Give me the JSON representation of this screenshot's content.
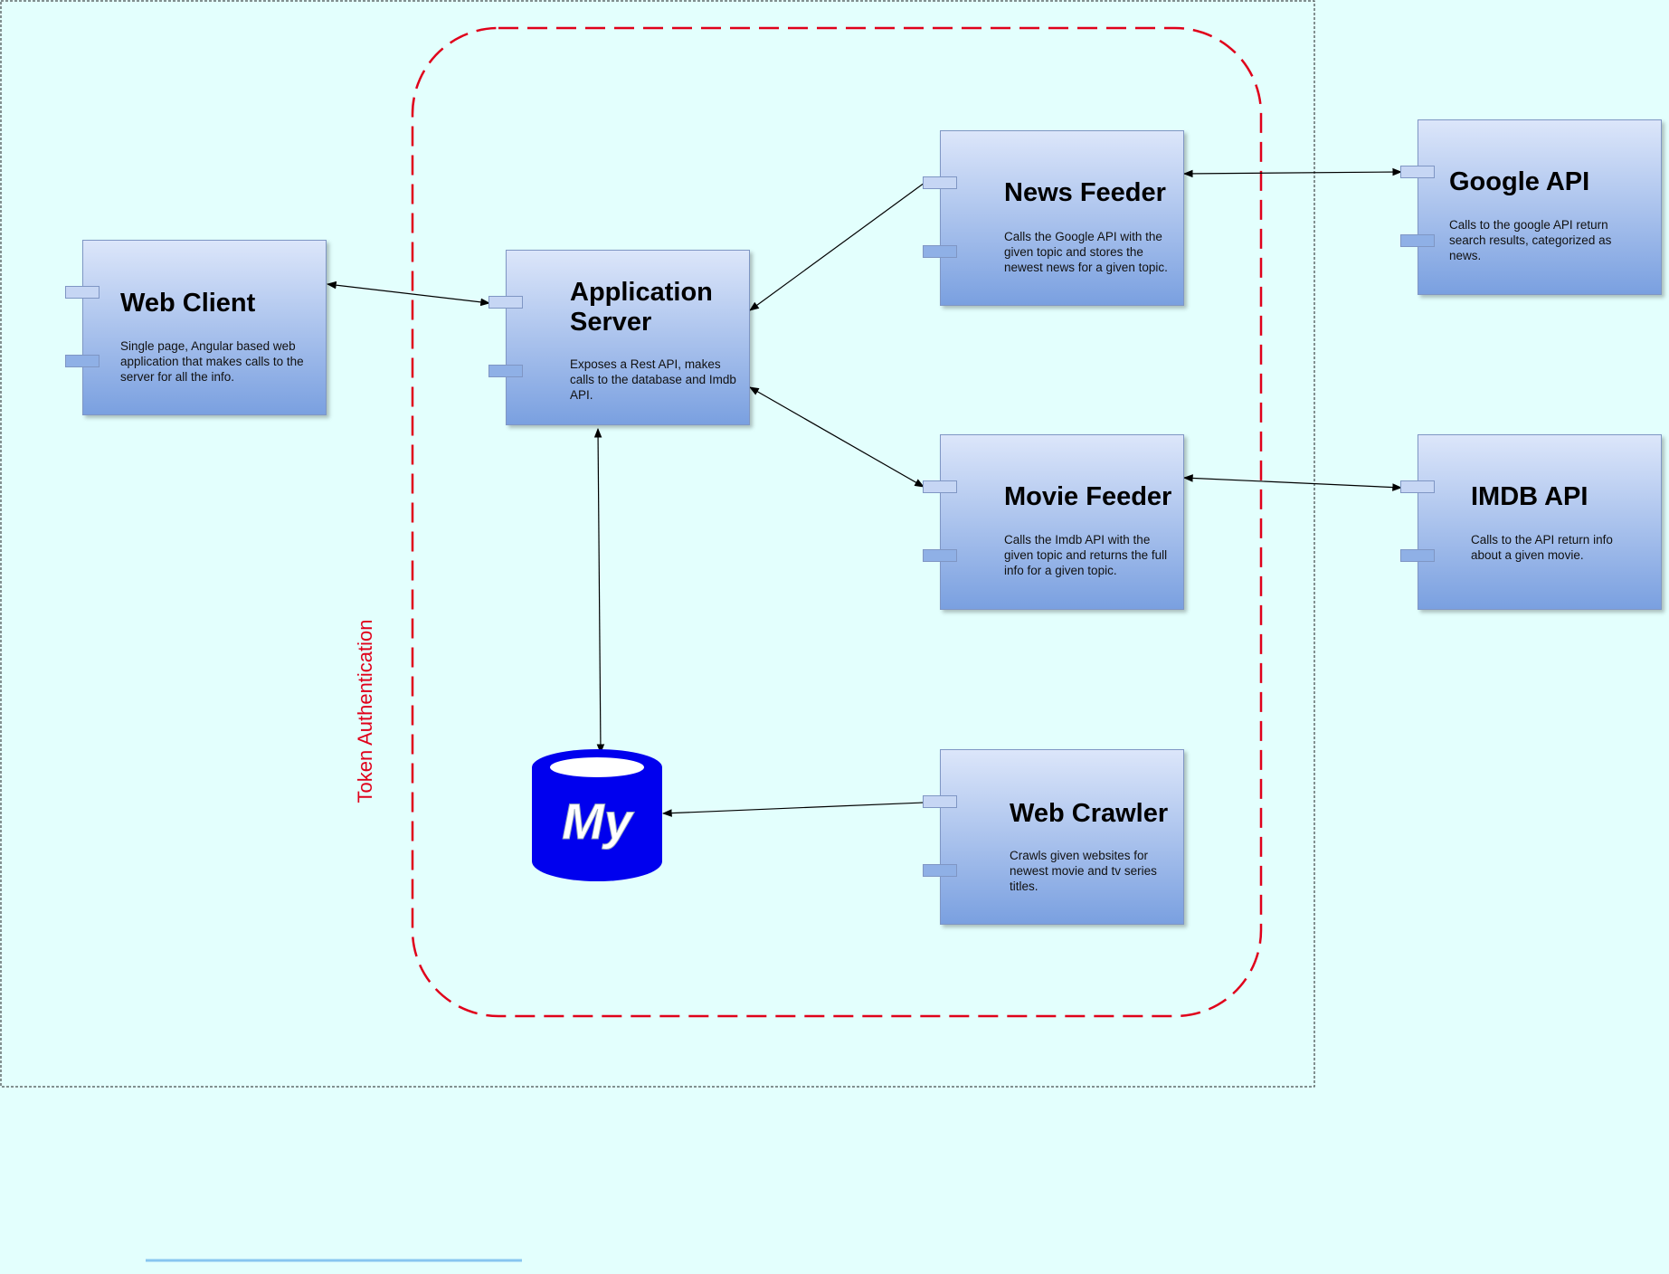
{
  "diagram": {
    "boundary_label": "Token Authentication",
    "components": {
      "web_client": {
        "title": "Web Client",
        "description": "Single page, Angular based web application that makes calls to the server for all the info."
      },
      "app_server": {
        "title_line1": "Application",
        "title_line2": "Server",
        "description": "Exposes a Rest API, makes calls to the database and Imdb API."
      },
      "news_feeder": {
        "title": "News Feeder",
        "description": "Calls the Google API with the given topic and stores the newest news for a given topic."
      },
      "movie_feeder": {
        "title": "Movie Feeder",
        "description": "Calls the Imdb API with the given topic and returns the full info for a given topic."
      },
      "web_crawler": {
        "title": "Web Crawler",
        "description": "Crawls given websites for newest movie and tv series titles."
      },
      "google_api": {
        "title": "Google API",
        "description": "Calls to the google API return search results, categorized as news."
      },
      "imdb_api": {
        "title": "IMDB API",
        "description": "Calls to the API return info about a given movie."
      }
    },
    "database": {
      "logo_text": "My",
      "color": "#0000ee"
    },
    "colors": {
      "background": "#e3fffd",
      "boundary": "#e0001a",
      "component_top": "#dce6fa",
      "component_bottom": "#7aa0e0"
    }
  }
}
